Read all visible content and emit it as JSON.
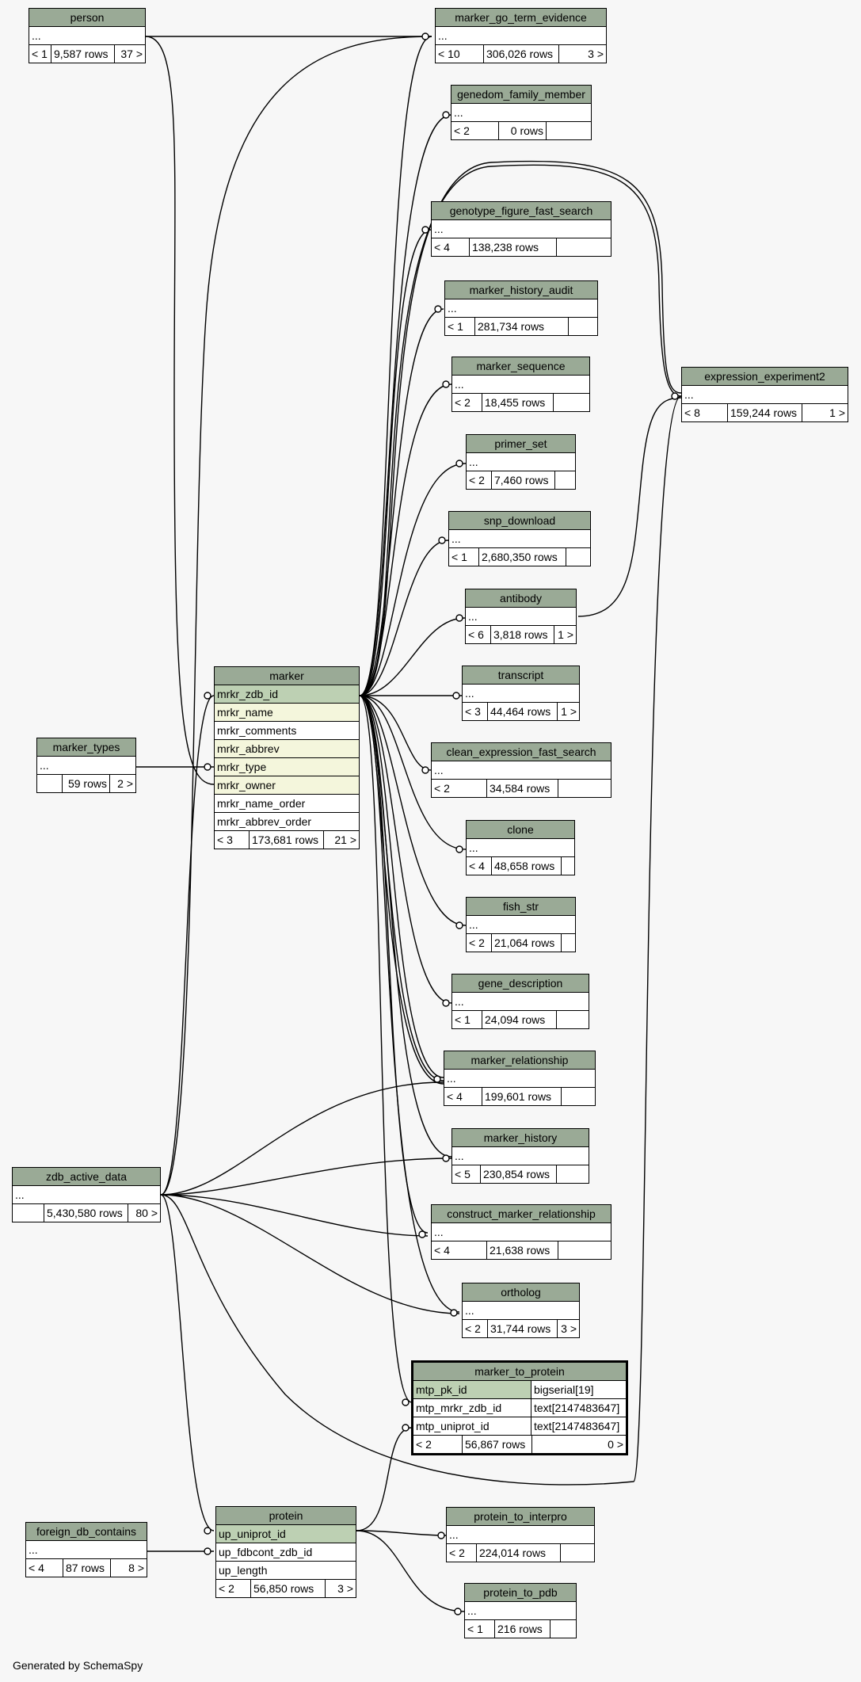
{
  "generated_by": "Generated by SchemaSpy",
  "tables": {
    "person": {
      "name": "person",
      "placeholder": "...",
      "parents": "< 1",
      "rows": "9,587 rows",
      "children": "37 >"
    },
    "marker_go_term_evidence": {
      "name": "marker_go_term_evidence",
      "placeholder": "...",
      "parents": "< 10",
      "rows": "306,026 rows",
      "children": "3 >"
    },
    "genedom_family_member": {
      "name": "genedom_family_member",
      "placeholder": "...",
      "parents": "< 2",
      "rows": "0 rows",
      "children": ""
    },
    "genotype_figure_fast_search": {
      "name": "genotype_figure_fast_search",
      "placeholder": "...",
      "parents": "< 4",
      "rows": "138,238 rows",
      "children": ""
    },
    "marker_history_audit": {
      "name": "marker_history_audit",
      "placeholder": "...",
      "parents": "< 1",
      "rows": "281,734 rows",
      "children": ""
    },
    "marker_sequence": {
      "name": "marker_sequence",
      "placeholder": "...",
      "parents": "< 2",
      "rows": "18,455 rows",
      "children": ""
    },
    "expression_experiment2": {
      "name": "expression_experiment2",
      "placeholder": "...",
      "parents": "< 8",
      "rows": "159,244 rows",
      "children": "1 >"
    },
    "primer_set": {
      "name": "primer_set",
      "placeholder": "...",
      "parents": "< 2",
      "rows": "7,460 rows",
      "children": ""
    },
    "snp_download": {
      "name": "snp_download",
      "placeholder": "...",
      "parents": "< 1",
      "rows": "2,680,350 rows",
      "children": ""
    },
    "antibody": {
      "name": "antibody",
      "placeholder": "...",
      "parents": "< 6",
      "rows": "3,818 rows",
      "children": "1 >"
    },
    "transcript": {
      "name": "transcript",
      "placeholder": "...",
      "parents": "< 3",
      "rows": "44,464 rows",
      "children": "1 >"
    },
    "marker": {
      "name": "marker",
      "columns": [
        "mrkr_zdb_id",
        "mrkr_name",
        "mrkr_comments",
        "mrkr_abbrev",
        "mrkr_type",
        "mrkr_owner",
        "mrkr_name_order",
        "mrkr_abbrev_order"
      ],
      "parents": "< 3",
      "rows": "173,681 rows",
      "children": "21 >"
    },
    "marker_types": {
      "name": "marker_types",
      "placeholder": "...",
      "parents": "",
      "rows": "59 rows",
      "children": "2 >"
    },
    "clean_expression_fast_search": {
      "name": "clean_expression_fast_search",
      "placeholder": "...",
      "parents": "< 2",
      "rows": "34,584 rows",
      "children": ""
    },
    "clone": {
      "name": "clone",
      "placeholder": "...",
      "parents": "< 4",
      "rows": "48,658 rows",
      "children": ""
    },
    "fish_str": {
      "name": "fish_str",
      "placeholder": "...",
      "parents": "< 2",
      "rows": "21,064 rows",
      "children": ""
    },
    "gene_description": {
      "name": "gene_description",
      "placeholder": "...",
      "parents": "< 1",
      "rows": "24,094 rows",
      "children": ""
    },
    "marker_relationship": {
      "name": "marker_relationship",
      "placeholder": "...",
      "parents": "< 4",
      "rows": "199,601 rows",
      "children": ""
    },
    "marker_history": {
      "name": "marker_history",
      "placeholder": "...",
      "parents": "< 5",
      "rows": "230,854 rows",
      "children": ""
    },
    "zdb_active_data": {
      "name": "zdb_active_data",
      "placeholder": "...",
      "parents": "",
      "rows": "5,430,580 rows",
      "children": "80 >"
    },
    "construct_marker_relationship": {
      "name": "construct_marker_relationship",
      "placeholder": "...",
      "parents": "< 4",
      "rows": "21,638 rows",
      "children": ""
    },
    "ortholog": {
      "name": "ortholog",
      "placeholder": "...",
      "parents": "< 2",
      "rows": "31,744 rows",
      "children": "3 >"
    },
    "marker_to_protein": {
      "name": "marker_to_protein",
      "columns": [
        {
          "name": "mtp_pk_id",
          "type": "bigserial[19]"
        },
        {
          "name": "mtp_mrkr_zdb_id",
          "type": "text[2147483647]"
        },
        {
          "name": "mtp_uniprot_id",
          "type": "text[2147483647]"
        }
      ],
      "parents": "< 2",
      "rows": "56,867 rows",
      "children": "0 >"
    },
    "protein": {
      "name": "protein",
      "columns": [
        "up_uniprot_id",
        "up_fdbcont_zdb_id",
        "up_length"
      ],
      "parents": "< 2",
      "rows": "56,850 rows",
      "children": "3 >"
    },
    "protein_to_interpro": {
      "name": "protein_to_interpro",
      "placeholder": "...",
      "parents": "< 2",
      "rows": "224,014 rows",
      "children": ""
    },
    "foreign_db_contains": {
      "name": "foreign_db_contains",
      "placeholder": "...",
      "parents": "< 4",
      "rows": "87 rows",
      "children": "8 >"
    },
    "protein_to_pdb": {
      "name": "protein_to_pdb",
      "placeholder": "...",
      "parents": "< 1",
      "rows": "216 rows",
      "children": ""
    }
  }
}
